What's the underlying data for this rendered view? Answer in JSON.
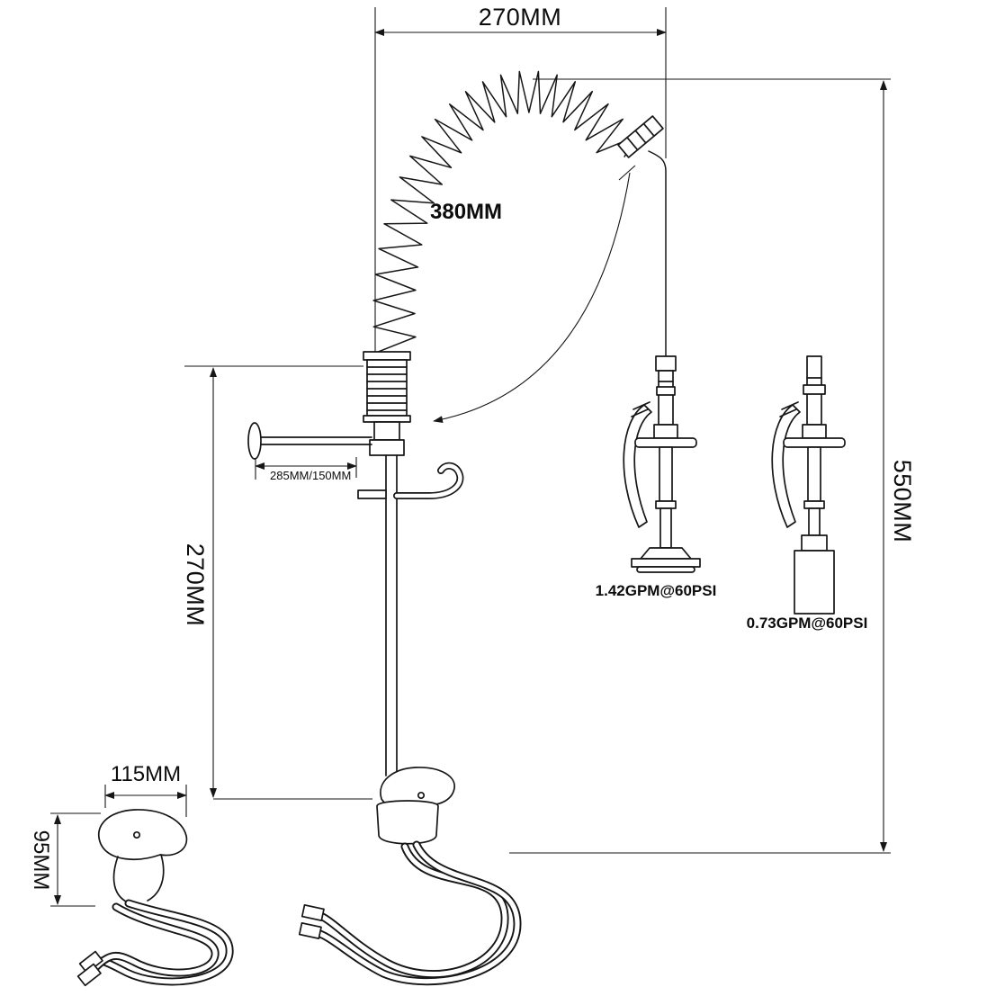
{
  "colors": {
    "line": "#161616",
    "background": "#ffffff"
  },
  "dimensions": {
    "top_width": "270MM",
    "overall_height": "550MM",
    "riser_height": "270MM",
    "spring_length": "380MM",
    "arm_length": "285MM/150MM",
    "handle_length": "115MM",
    "handle_height": "95MM"
  },
  "labels": {
    "spray_flow": "1.42GPM@60PSI",
    "outlet_flow": "0.73GPM@60PSI"
  }
}
